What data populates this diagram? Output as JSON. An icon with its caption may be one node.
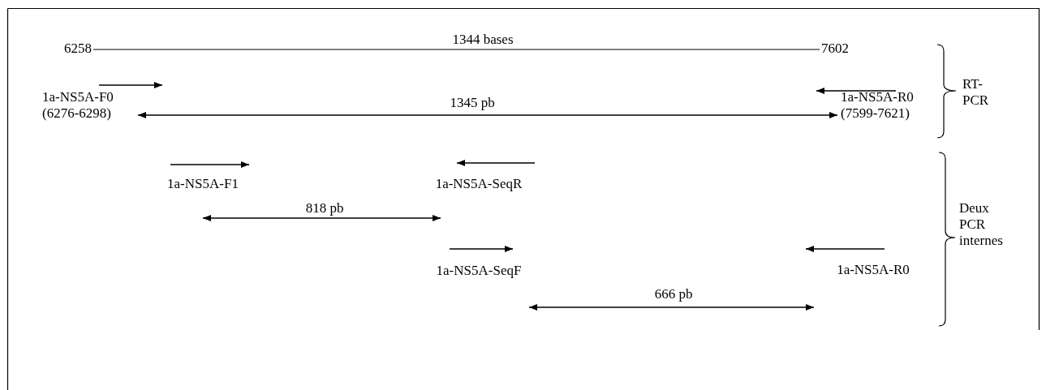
{
  "diagram": {
    "labels": [
      "1344 bases",
      "6258",
      "7602",
      "RT-PCR",
      "1a-NS5A-F0 (6276-6298)",
      "1345 pb",
      "1a-NS5A-R0 (7599-7621)",
      "1a-NS5A-F1",
      "1a-NS5A-SeqR",
      "818 pb",
      "Deux PCR internes",
      "1a-NS5A-SeqF",
      "1a-NS5A-R0",
      "666 pb"
    ]
  }
}
